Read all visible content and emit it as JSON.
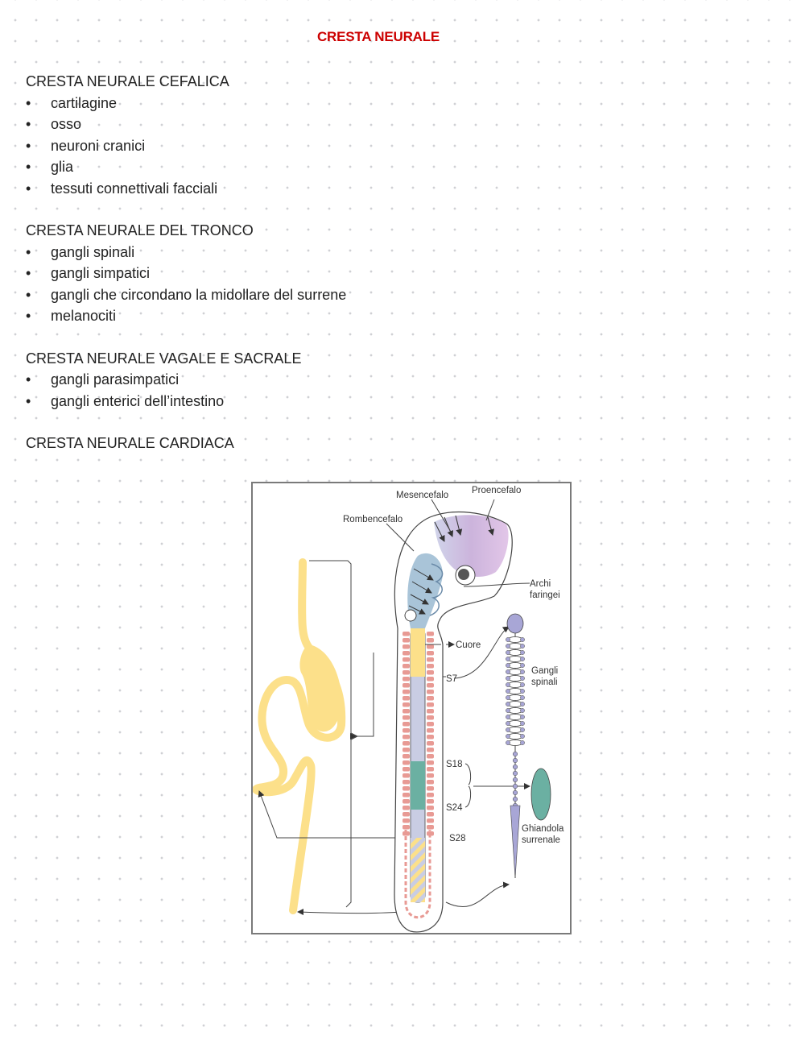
{
  "title": "CRESTA NEURALE",
  "sections": [
    {
      "heading": "CRESTA NEURALE CEFALICA",
      "items": [
        "cartilagine",
        "osso",
        "neuroni cranici",
        "glia",
        "tessuti connettivali facciali"
      ]
    },
    {
      "heading": "CRESTA NEURALE DEL TRONCO",
      "items": [
        "gangli spinali",
        "gangli simpatici",
        "gangli che circondano la midollare del surrene",
        "melanociti"
      ]
    },
    {
      "heading": "CRESTA NEURALE VAGALE E SACRALE",
      "items": [
        "gangli parasimpatici",
        "gangli enterici dell’intestino"
      ]
    },
    {
      "heading": "CRESTA NEURALE CARDIACA",
      "items": []
    }
  ],
  "figure": {
    "labels": {
      "mesencefalo": "Mesencefalo",
      "proencefalo": "Proencefalo",
      "rombencefalo": "Rombencefalo",
      "archi_line1": "Archi",
      "archi_line2": "faringei",
      "cuore": "Cuore",
      "s7": "S7",
      "gangli_line1": "Gangli",
      "gangli_line2": "spinali",
      "s18": "S18",
      "s24": "S24",
      "s28": "S28",
      "ghiandola_line1": "Ghiandola",
      "ghiandola_line2": "surrenale"
    },
    "colors": {
      "intestine": "#fce08a",
      "somite": "#e89a94",
      "spinal_ganglia": "#a8a6d6",
      "adrenal": "#6bb0a2",
      "forebrain": "#d8b8e0",
      "hindbrain": "#a9c4d8",
      "tube": "#c9cde3"
    }
  }
}
